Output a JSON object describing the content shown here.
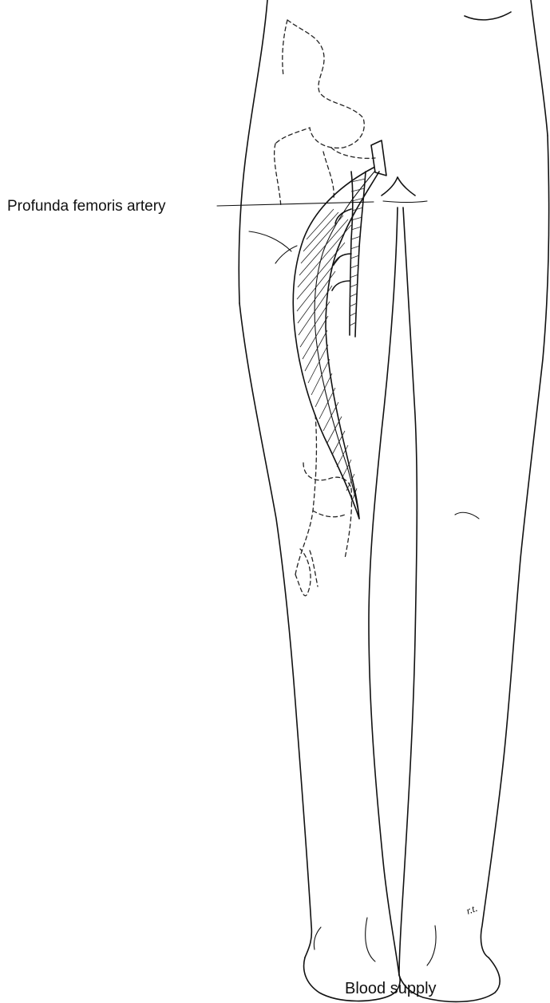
{
  "labels": {
    "artery": "Profunda femoris artery",
    "caption": "Blood supply"
  },
  "signature": "r.t.",
  "colors": {
    "ink": "#111111",
    "background": "#ffffff"
  }
}
